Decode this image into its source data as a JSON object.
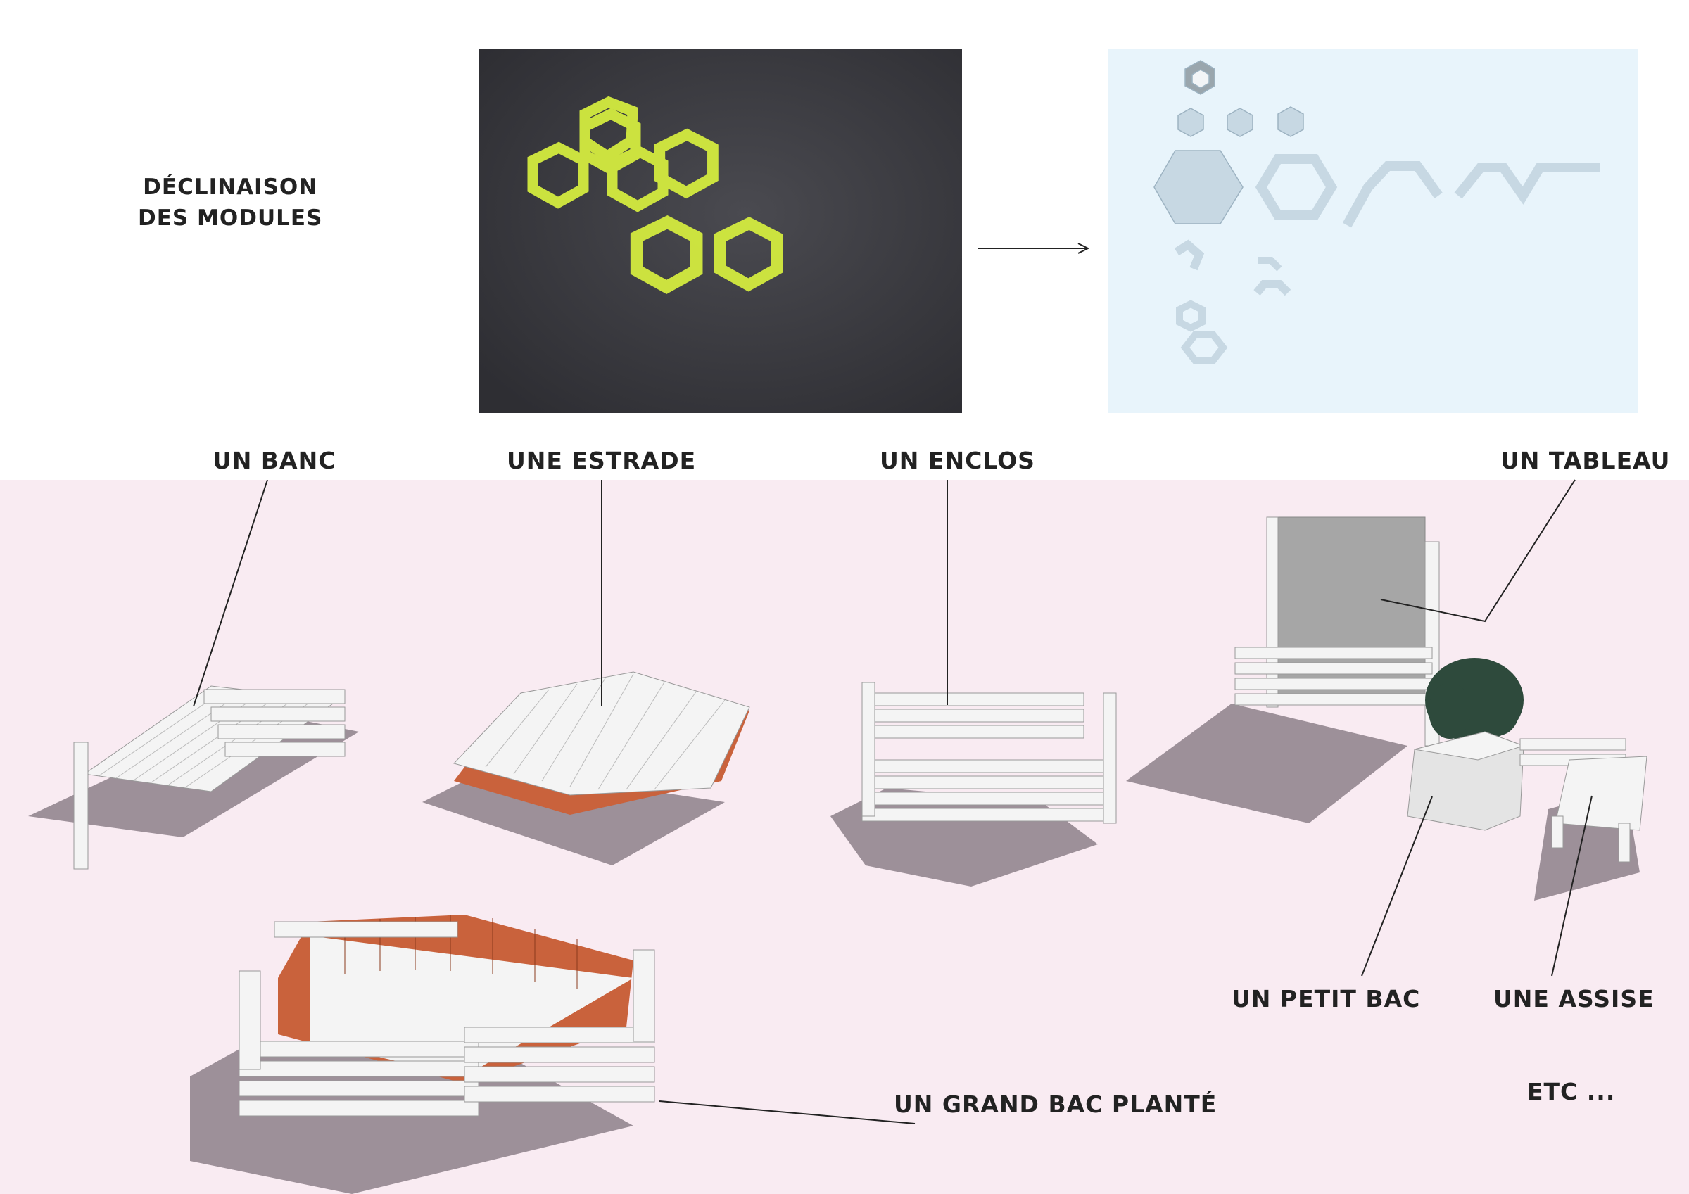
{
  "title": {
    "line1": "DÉCLINAISON",
    "line2": "DES MODULES"
  },
  "labels": {
    "banc": "UN BANC",
    "estrade": "UNE ESTRADE",
    "enclos": "UN ENCLOS",
    "tableau": "UN TABLEAU",
    "petit_bac": "UN PETIT BAC",
    "assise": "UNE ASSISE",
    "grand_bac": "UN GRAND BAC PLANTÉ",
    "etc": "ETC ..."
  },
  "colors": {
    "pink_background": "#f9ebf2",
    "plan_background": "#e8f4fb",
    "asphalt": "#3b3b40",
    "paint_yellow": "#d7ef3f",
    "plan_shape": "#c7d8e3",
    "wood_white": "#f4f4f4",
    "terracotta": "#c9623c",
    "shadow": "#8d8089",
    "board_grey": "#a6a6a6",
    "plant_green": "#2e4a3c"
  },
  "icons": {
    "arrow": "right-arrow-icon"
  }
}
